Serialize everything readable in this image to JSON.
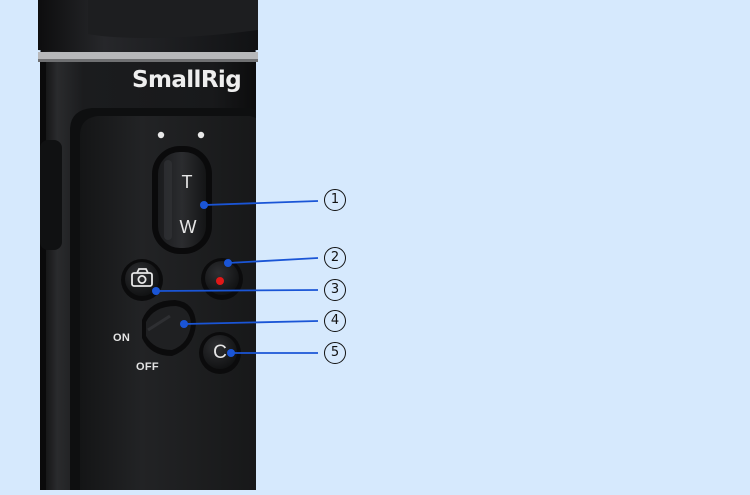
{
  "brand": {
    "name": "SmallRig"
  },
  "zoom_rocker": {
    "top_label": "T",
    "bottom_label": "W"
  },
  "power_switch": {
    "on_label": "ON",
    "off_label": "OFF"
  },
  "custom_button": {
    "label": "C"
  },
  "callouts": [
    {
      "number": "1"
    },
    {
      "number": "2"
    },
    {
      "number": "3"
    },
    {
      "number": "4"
    },
    {
      "number": "5"
    }
  ],
  "colors": {
    "background": "#d6e9fd",
    "callout_line": "#1a55d6",
    "body": "#1d1e20",
    "record_dot": "#e01818"
  }
}
